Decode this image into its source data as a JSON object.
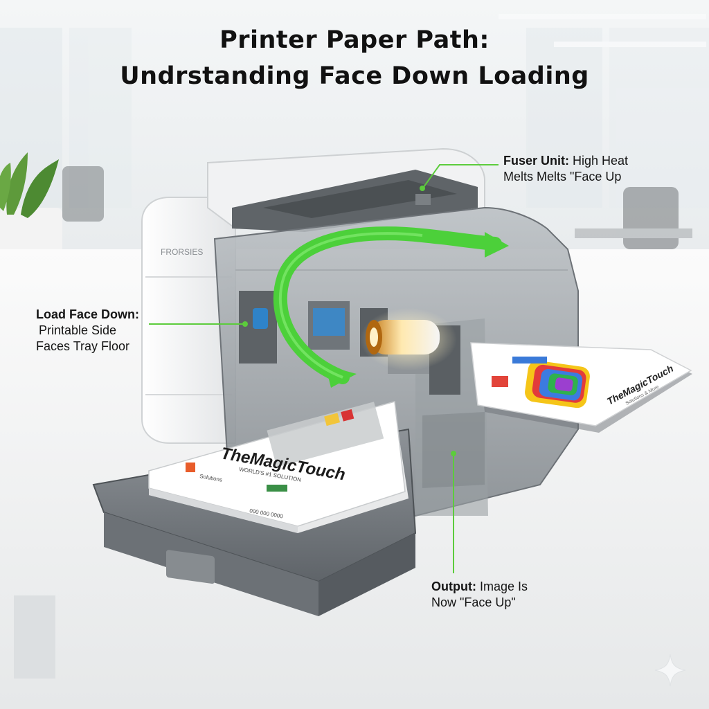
{
  "title": {
    "line1": "Printer Paper Path:",
    "line2": "Undrstanding Face Down Loading"
  },
  "callouts": {
    "load": {
      "heading": "Load Face Down:",
      "line1": "Printable Side",
      "line2": "Faces Tray Floor"
    },
    "fuser": {
      "heading": "Fuser Unit:",
      "text1": " High Heat",
      "line2": "Melts Melts \"Face Up"
    },
    "output": {
      "heading": "Output:",
      "text1": " Image Is",
      "line2": "Now \"Face Up\""
    }
  },
  "printer": {
    "brand_label": "FRORSIES"
  },
  "tray_paper": {
    "brand": "TheMagicTouch",
    "tagline": "WORLD'S #1 SOLUTION",
    "small_text": "Solutions",
    "footer_text": "000 000 0000"
  },
  "output_paper": {
    "brand": "TheMagicTouch",
    "tagline": "Solutions & More"
  },
  "colors": {
    "accent_green": "#4cd03a",
    "callout_line": "#5ccc3c",
    "printer_body": "#f2f3f4",
    "printer_shell": "#8c9196"
  },
  "icons": {
    "corner": "sparkle-icon"
  }
}
